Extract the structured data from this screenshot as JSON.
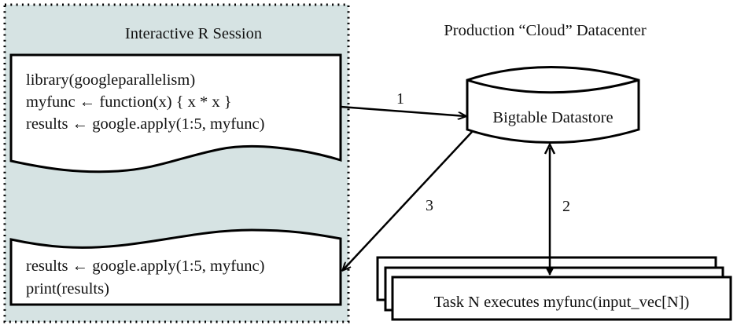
{
  "left_panel": {
    "title": "Interactive R Session",
    "background": "#d6e3e3",
    "top_doc": {
      "lines": [
        "library(googleparallelism)",
        "myfunc ← function(x) { x * x }",
        "results ← google.apply(1:5, myfunc)"
      ]
    },
    "bottom_doc": {
      "lines": [
        "results ← google.apply(1:5, myfunc)",
        "print(results)"
      ]
    }
  },
  "right_panel": {
    "title": "Production “Cloud” Datacenter",
    "datastore": {
      "label": "Bigtable Datastore"
    },
    "tasks": {
      "label": "Task N executes myfunc(input_vec[N])",
      "stack_count": 3
    }
  },
  "arrows": [
    {
      "id": "1",
      "label": "1",
      "from": "top_doc",
      "to": "datastore",
      "direction": "one-way"
    },
    {
      "id": "2",
      "label": "2",
      "from": "datastore",
      "to": "tasks",
      "direction": "two-way"
    },
    {
      "id": "3",
      "label": "3",
      "from": "datastore",
      "to": "bottom_doc",
      "direction": "one-way"
    }
  ]
}
